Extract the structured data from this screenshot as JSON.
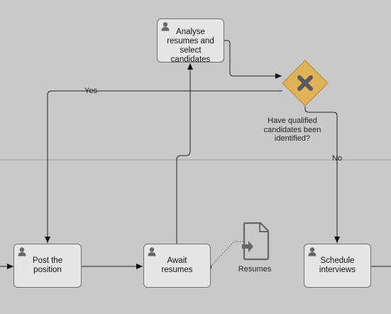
{
  "tasks": {
    "analyse": "Analyse\nresumes and\nselect\ncandidates",
    "post": "Post the\nposition",
    "await": "Await\nresumes",
    "schedule": "Schedule\ninterviews"
  },
  "gateway": {
    "label": "Have qualified\ncandidates been\nidentified?",
    "icon": "x-icon"
  },
  "flows": {
    "yes": "Yes",
    "no": "No"
  },
  "data_object": {
    "label": "Resumes",
    "icon": "document-input-icon"
  },
  "colors": {
    "background": "#c9c9c9",
    "task_fill": "#e6e6e6",
    "gateway_fill": "#e0b257",
    "line": "#222222"
  }
}
